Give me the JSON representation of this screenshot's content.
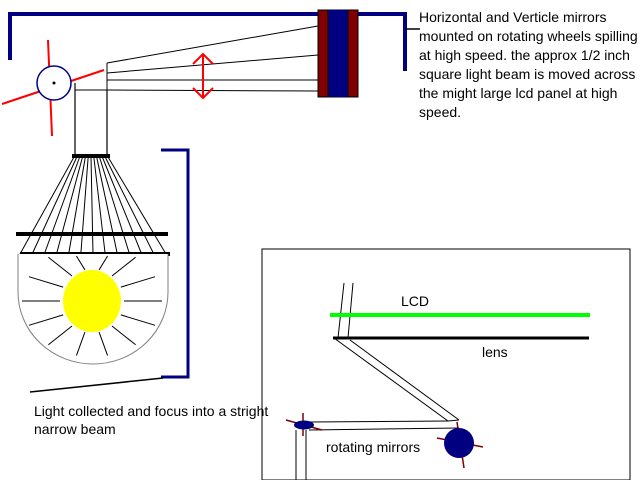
{
  "captions": {
    "mirrors": "Horizontal and Verticle mirrors mounted on rotating wheels spilling at high speed.  the approx 1/2 inch square light beam is moved across the might large lcd panel at high speed.",
    "collector": "Light collected and focus into a stright narrow beam"
  },
  "inset": {
    "lcd_label": "LCD",
    "lens_label": "lens",
    "mirrors_label": "rotating mirrors"
  },
  "colors": {
    "frame_blue": "#000080",
    "mirror_red": "#800000",
    "mirror_blue": "#000080",
    "arrow_red": "#ff0000",
    "bulb_yellow": "#ffff00",
    "lcd_green": "#00ff00",
    "ink": "#000000"
  }
}
